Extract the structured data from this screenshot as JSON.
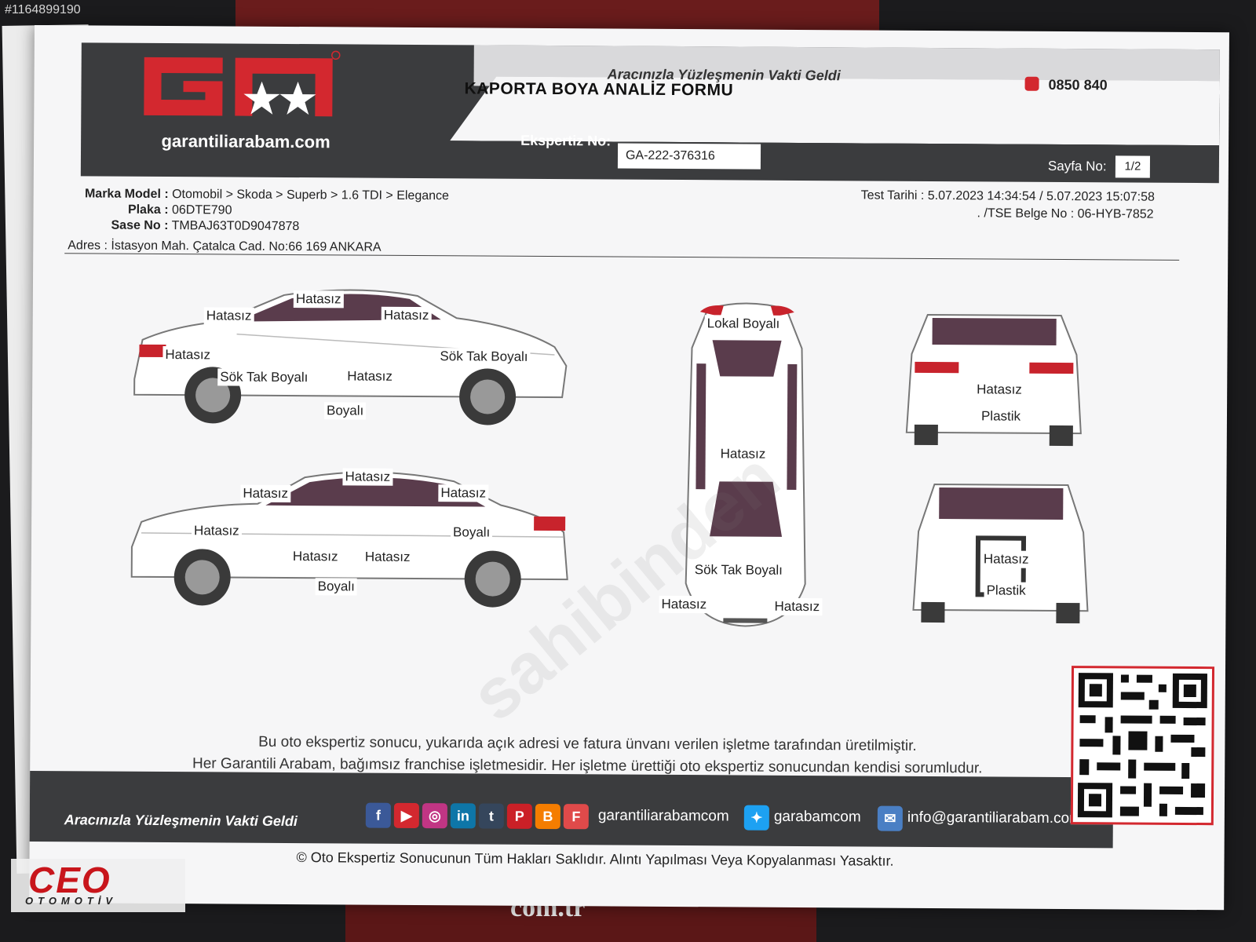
{
  "stock_id": "#1164899190",
  "brand": {
    "site": "garantiliarabam.com",
    "slogan": "Aracınızla Yüzleşmenin Vakti Geldi",
    "phone": "0850 840",
    "red": "#d3282f",
    "dark": "#3b3c3e"
  },
  "form": {
    "title": "KAPORTA BOYA ANALİZ FORMU",
    "ekspertiz_label": "Ekspertiz No:",
    "ekspertiz_no": "GA-222-376316",
    "sayfa_label": "Sayfa No:",
    "sayfa_no": "1/2"
  },
  "vehicle": {
    "marka_label": "Marka Model :",
    "marka": "Otomobil > Skoda > Superb > 1.6 TDI > Elegance",
    "plaka_label": "Plaka :",
    "plaka": "06DTE790",
    "sase_label": "Sase No :",
    "sase": "TMBAJ63T0D9047878",
    "adres_label": "Adres :",
    "adres": "İstasyon Mah. Çatalca Cad. No:66 169 ANKARA",
    "test_tarihi": "Test Tarihi : 5.07.2023 14:34:54 / 5.07.2023 15:07:58",
    "tse": ". /TSE Belge No : 06-HYB-7852"
  },
  "panels": {
    "left_side": [
      "Hatasız",
      "Hatasız",
      "Hatasız",
      "Hatasız",
      "Sök Tak Boyalı",
      "Sök Tak Boyalı",
      "Hatasız",
      "Boyalı"
    ],
    "right_side": [
      "Hatasız",
      "Hatasız",
      "Hatasız",
      "Hatasız",
      "Boyalı",
      "Hatasız",
      "Hatasız",
      "Boyalı"
    ],
    "top": [
      "Lokal Boyalı",
      "Hatasız",
      "Sök Tak Boyalı",
      "Hatasız",
      "Hatasız"
    ],
    "rear": [
      "Hatasız",
      "Plastik"
    ],
    "front": [
      "Hatasız",
      "Plastik"
    ]
  },
  "disclaimer": [
    "Bu oto ekspertiz sonucu, yukarıda açık adresi ve fatura ünvanı verilen işletme tarafından üretilmiştir.",
    "Her Garantili Arabam, bağımsız franchise işletmesidir. Her işletme ürettiği oto ekspertiz sonucundan kendisi sorumludur."
  ],
  "footer": {
    "slogan": "Aracınızla Yüzleşmenin Vakti Geldi",
    "facebook_name": "garantiliarabamcom",
    "twitter_name": "garabamcom",
    "email": "info@garantiliarabam.com",
    "copyright": "© Oto Ekspertiz Sonucunun Tüm Hakları Saklıdır. Alıntı Yapılması Veya Kopyalanması Yasaktır.",
    "social_icons": [
      "facebook-icon",
      "youtube-icon",
      "instagram-icon",
      "linkedin-icon",
      "tumblr-icon",
      "pinterest-icon",
      "blogger-icon",
      "foursquare-icon"
    ]
  },
  "dealer_logo": {
    "name": "CEO",
    "sub": "OTOMOTİV"
  },
  "background_text": "com.tr"
}
